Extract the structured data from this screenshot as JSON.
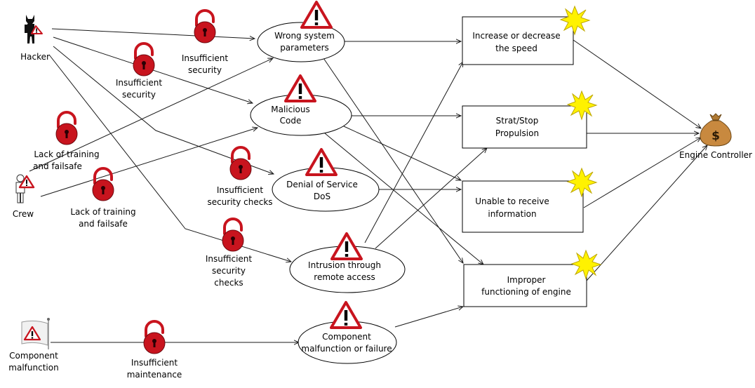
{
  "actors": {
    "hacker": "Hacker",
    "crew": "Crew",
    "component_malfunction": [
      "Component",
      "malfunction"
    ],
    "engine_controller": "Engine Controller"
  },
  "threats": {
    "wrong_params": [
      "Wrong system",
      "parameters"
    ],
    "malicious_code": [
      "Malicious",
      "Code"
    ],
    "dos": [
      "Denial of Service",
      "DoS"
    ],
    "intrusion": [
      "Intrusion through",
      "remote access"
    ],
    "component_failure": [
      "Component",
      "malfunction or failure"
    ]
  },
  "impacts": {
    "speed": [
      "Increase or decrease",
      "the speed"
    ],
    "propulsion": [
      "Strat/Stop",
      "Propulsion"
    ],
    "info": [
      "Unable to receive",
      "information"
    ],
    "engine": [
      "Improper",
      "functioning of engine"
    ]
  },
  "vulnerabilities": {
    "v1": [
      "Insufficient",
      "security"
    ],
    "v2": [
      "Insufficient",
      "security"
    ],
    "v3": [
      "Lack of training",
      "and failsafe"
    ],
    "v4": [
      "Lack of training",
      "and failsafe"
    ],
    "v5": [
      "Insufficient",
      "security checks"
    ],
    "v6": [
      "Insufficient",
      "security",
      "checks"
    ],
    "v7": [
      "Insufficient",
      "maintenance"
    ]
  },
  "colors": {
    "lock_red": "#c8141e",
    "warning_red": "#c8141e",
    "starburst": "#fff200",
    "money_bag": "#c8893f"
  }
}
